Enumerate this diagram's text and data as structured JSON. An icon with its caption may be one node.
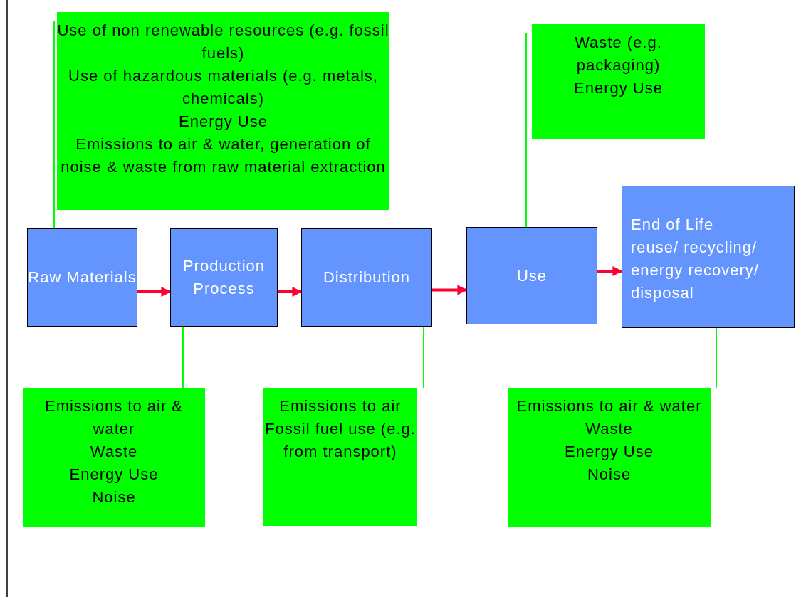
{
  "diagram": {
    "nodes": [
      {
        "text": [
          "Use of non renewable resources (e.g. fossil fuels)",
          "Use of hazardous materials (e.g. metals, chemicals)",
          "Energy Use",
          "Emissions to air & water, generation of noise & waste from raw material extraction"
        ]
      },
      {
        "text": [
          "Waste (e.g. packaging)",
          "Energy Use"
        ]
      },
      {
        "text": [
          "Raw Materials"
        ]
      },
      {
        "text": [
          "Production Process"
        ]
      },
      {
        "text": [
          "Distribution"
        ]
      },
      {
        "text": [
          "Use"
        ]
      },
      {
        "text": [
          "End of Life",
          "reuse/ recycling/ energy recovery/ disposal"
        ]
      },
      {
        "text": [
          "Emissions to air & water",
          "Waste",
          "Energy Use",
          "Noise"
        ]
      },
      {
        "text": [
          "Emissions to air",
          "Fossil fuel use (e.g. from transport)"
        ]
      },
      {
        "text": [
          "Emissions to air & water",
          "Waste",
          "Energy Use",
          "Noise"
        ]
      }
    ],
    "edges": [
      {
        "from": 2,
        "to": 3,
        "arrow": "to",
        "style": "thick",
        "color": "#ff0033"
      },
      {
        "from": 3,
        "to": 4,
        "arrow": "to",
        "style": "thick",
        "color": "#ff0033"
      },
      {
        "from": 4,
        "to": 5,
        "arrow": "to",
        "style": "thick",
        "color": "#ff0033"
      },
      {
        "from": 5,
        "to": 6,
        "arrow": "to",
        "style": "thick",
        "color": "#ff0033"
      },
      {
        "from": 0,
        "to": 2,
        "arrow": "none"
      },
      {
        "from": 1,
        "to": 5,
        "arrow": "none"
      },
      {
        "from": 7,
        "to": 3,
        "arrow": "none"
      },
      {
        "from": 8,
        "to": 4,
        "arrow": "none"
      },
      {
        "from": 9,
        "to": 6,
        "arrow": "none"
      }
    ]
  }
}
